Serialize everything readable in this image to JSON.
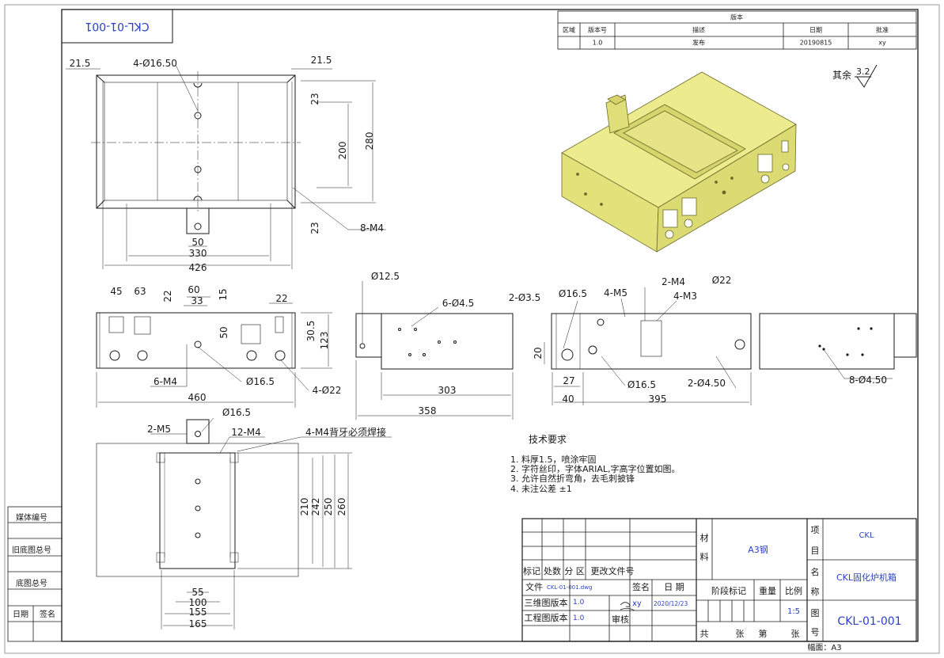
{
  "drawing_no_rotated": "CKL-01-001",
  "revision_block": {
    "title": "版本",
    "headers": [
      "区域",
      "版本号",
      "描述",
      "日期",
      "批准"
    ],
    "row": [
      "",
      "1.0",
      "发布",
      "20190815",
      "xy"
    ]
  },
  "surface": {
    "prefix": "其余",
    "roughness": "3.2"
  },
  "dimensions": {
    "top_view": [
      "21.5",
      "4-Ø16.50",
      "21.5",
      "23",
      "200",
      "280",
      "23",
      "8-M4",
      "50",
      "330",
      "426"
    ],
    "front_view": [
      "45",
      "63",
      "22",
      "60",
      "33",
      "15",
      "22",
      "50",
      "30.5",
      "123",
      "6-M4",
      "Ø16.5",
      "4-Ø22",
      "460"
    ],
    "side_view": [
      "Ø12.5",
      "6-Ø4.5",
      "303",
      "358"
    ],
    "rear_view": [
      "2-Ø3.5",
      "Ø16.5",
      "4-M5",
      "2-M4",
      "4-M3",
      "Ø22",
      "20",
      "27",
      "Ø16.5",
      "2-Ø4.50",
      "40",
      "395"
    ],
    "right_view": [
      "8-Ø4.50"
    ],
    "bottom_view": [
      "Ø16.5",
      "2-M5",
      "12-M4",
      "4-M4背牙必须焊接",
      "210",
      "242",
      "250",
      "260",
      "55",
      "100",
      "155",
      "165"
    ]
  },
  "tech_req": {
    "title": "技术要求",
    "items": [
      "1.   料厚1.5，喷涂牢固",
      "2.   字符丝印，字体ARIAL,字高字位置如图。",
      "3.   允许自然折弯角，去毛刺披锋",
      "4.   未注公差 ±1"
    ]
  },
  "left_stamps": [
    "媒体编号",
    "旧底图总号",
    "底图总号",
    "日期",
    "签名"
  ],
  "title_block": {
    "mark_headers": [
      "标记",
      "处数",
      "分 区",
      "更改文件号"
    ],
    "file_label": "文件",
    "file_value": "CKL-01-001.dwg",
    "sign_label": "签名",
    "date_label": "日 期",
    "model3d_label": "三维图版本",
    "model3d_value": "1.0",
    "signer": "xy",
    "date": "2020/12/23",
    "eng_label": "工程图版本",
    "eng_value": "1.0",
    "review_label": "审核",
    "material_label": "材料",
    "material": "A3钢",
    "stage_label": "阶段标记",
    "weight_label": "重量",
    "scale_label": "比例",
    "scale": "1:5",
    "sheet_total": "共",
    "sheet_unit1": "张",
    "sheet_no": "第",
    "sheet_unit2": "张",
    "project_label": "项目",
    "project": "CKL",
    "name_label": "名称",
    "name": "CKL固化炉机箱",
    "drawing_label": "图号",
    "drawing_no": "CKL-01-001",
    "paper": "幅面：A3"
  },
  "colors": {
    "line": "#1a1a1a",
    "model_yellow": "#e9e77f",
    "model_edge": "#6b6a2a",
    "blue_text": "#2a3fc9"
  }
}
